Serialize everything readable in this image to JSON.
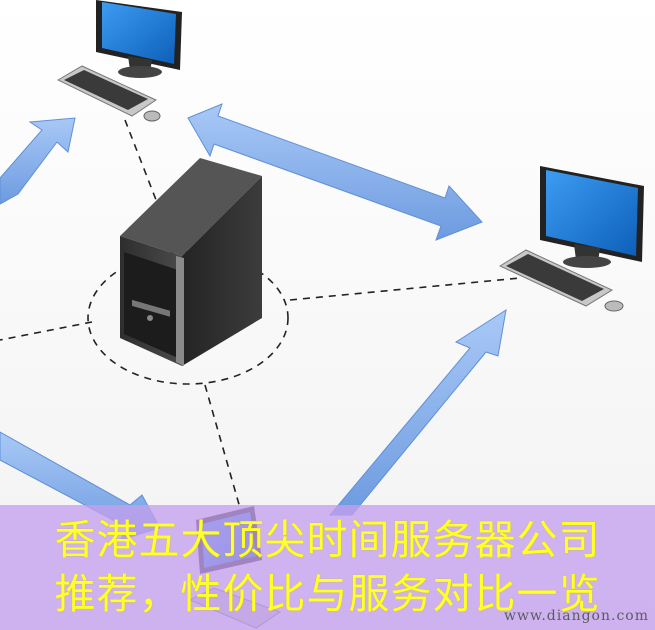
{
  "caption": {
    "line1": "香港五大顶尖时间服务器公司",
    "line2": "推荐，性价比与服务对比一览"
  },
  "watermark": "www.diangon.com",
  "icons": [
    "server-tower-icon",
    "monitor-icon",
    "keyboard-icon",
    "mouse-icon"
  ],
  "colors": {
    "arrow": "#8ab4f0",
    "arrow_edge": "#5f8fd8",
    "screen": "#1a78d6",
    "server": "#3a3a3a",
    "caption_bg": "#c4a0ee",
    "caption_text": "#ffff2a"
  }
}
